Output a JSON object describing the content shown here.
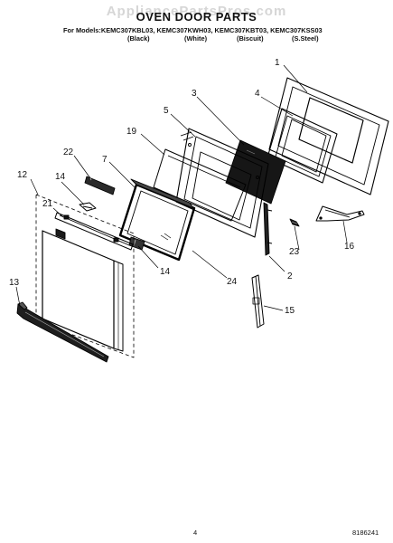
{
  "header": {
    "watermark": "AppliancePartsPros.com",
    "title": "OVEN DOOR PARTS",
    "models_line": "For Models:KEMC307KBL03, KEMC307KWH03, KEMC307KBT03, KEMC307KSS03",
    "colors": [
      "(Black)",
      "(White)",
      "(Biscuit)",
      "(S.Steel)"
    ]
  },
  "callouts": [
    "1",
    "2",
    "3",
    "4",
    "5",
    "7",
    "12",
    "13",
    "14",
    "14",
    "15",
    "16",
    "19",
    "21",
    "22",
    "23",
    "24"
  ],
  "footer": {
    "page_number": "4",
    "document_number": "8186241"
  }
}
